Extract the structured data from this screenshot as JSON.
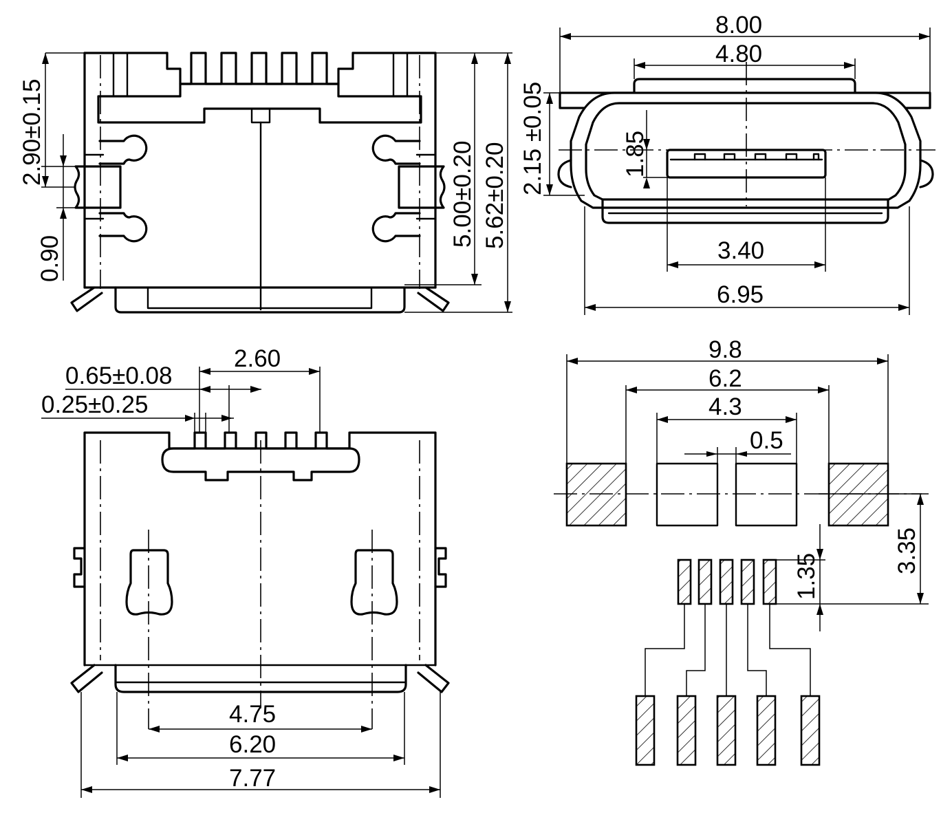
{
  "dimensions": {
    "top_left": {
      "d_290": "2.90±0.15",
      "d_090": "0.90",
      "d_500": "5.00±0.20",
      "d_562": "5.62±0.20"
    },
    "top_right": {
      "d_800": "8.00",
      "d_480": "4.80",
      "d_215": "2.15 ±0.05",
      "d_185": "1.85",
      "d_340": "3.40",
      "d_695": "6.95"
    },
    "bottom_left": {
      "d_260": "2.60",
      "d_065": "0.65±0.08",
      "d_025": "0.25±0.25",
      "d_475": "4.75",
      "d_620": "6.20",
      "d_777": "7.77"
    },
    "bottom_right": {
      "d_98": "9.8",
      "d_62": "6.2",
      "d_43": "4.3",
      "d_05": "0.5",
      "d_335": "3.35",
      "d_135": "1.35"
    }
  }
}
